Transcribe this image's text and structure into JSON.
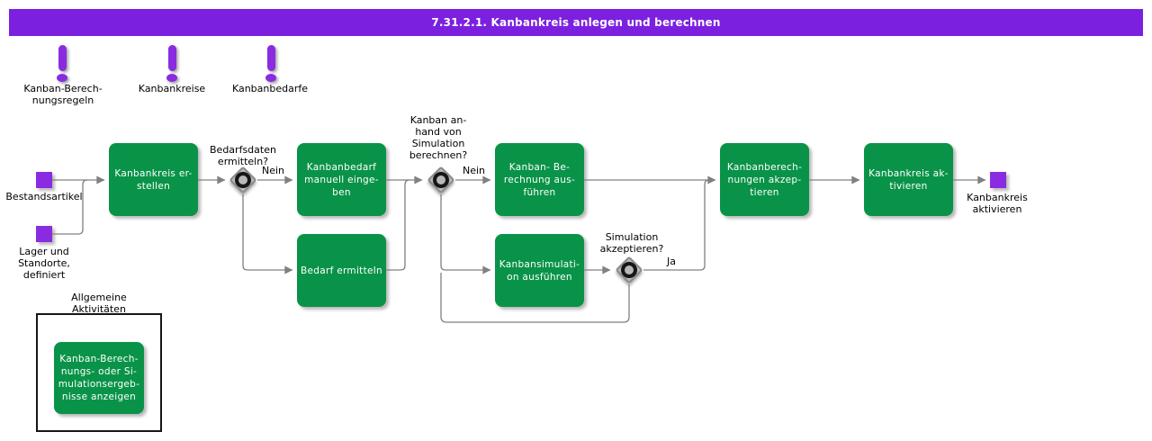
{
  "title": "7.31.2.1. Kanbankreis anlegen und berechnen",
  "colors": {
    "header_bar": "#7c20e0",
    "task_green": "#099348",
    "event_purple": "#8a2be2",
    "gateway_gray": "#b8b8b8",
    "connector_gray": "#808080"
  },
  "resources": [
    {
      "label": "Kanban-Berech-\nnungsregeln"
    },
    {
      "label": "Kanbankreise"
    },
    {
      "label": "Kanbanbedarfe"
    }
  ],
  "events": {
    "start1": "Bestandsartikel",
    "start2": "Lager und\nStandorte,\ndefiniert",
    "end": "Kanbankreis\naktivieren"
  },
  "tasks": {
    "create": "Kanbankreis er-\nstellen",
    "manual": "Kanbanbedarf\nmanuell einge-\nben",
    "determine": "Bedarf ermitteln",
    "calc": "Kanban- Be-\nrechnung aus-\nführen",
    "sim": "Kanbansimulati-\non ausführen",
    "accept": "Kanbanberech-\nnungen akzep-\ntieren",
    "activate": "Kanbankreis ak-\ntivieren",
    "show_results": "Kanban-Berech-\nnungs- oder Si-\nmulationsergeb-\nnisse anzeigen"
  },
  "gateways": {
    "g1": {
      "question": "Bedarfsdaten\nermitteln?",
      "branch": "Nein"
    },
    "g2": {
      "question": "Kanban an-\nhand von\nSimulation\nberechnen?",
      "branch": "Nein"
    },
    "g3": {
      "question": "Simulation\nakzeptieren?",
      "branch": "Ja"
    }
  },
  "general_box": {
    "label": "Allgemeine\nAktivitäten"
  }
}
